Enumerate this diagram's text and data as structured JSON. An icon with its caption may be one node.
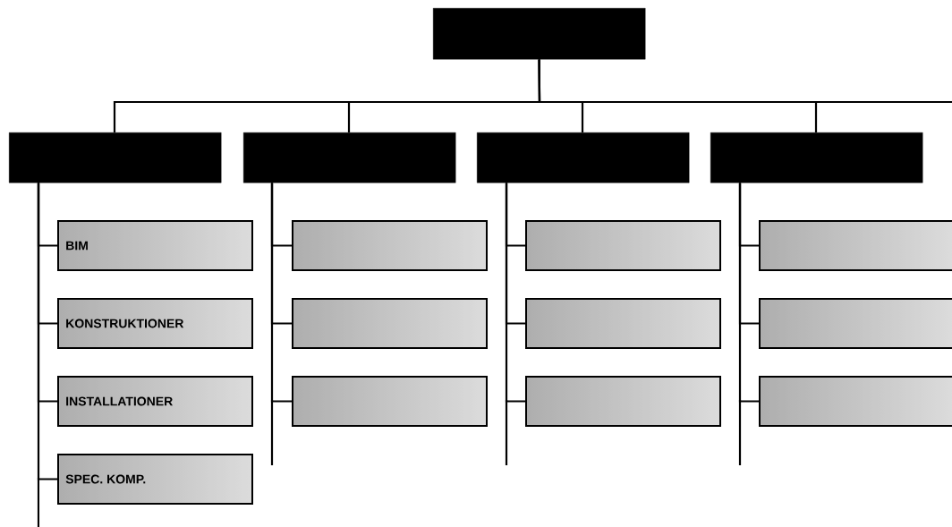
{
  "diagram": {
    "nodes": [
      {
        "text": [],
        "shape": "box"
      },
      {
        "text": [],
        "shape": "box"
      },
      {
        "text": [],
        "shape": "box"
      },
      {
        "text": [],
        "shape": "box"
      },
      {
        "text": [],
        "shape": "box"
      },
      {
        "text": [
          "BIM"
        ]
      },
      {
        "text": [
          "KONSTRUKTIONER"
        ]
      },
      {
        "text": [
          "INSTALLATIONER"
        ]
      },
      {
        "text": [
          "SPEC. KOMP."
        ]
      },
      {
        "text": [],
        "shape": "box"
      },
      {
        "text": [],
        "shape": "box"
      },
      {
        "text": [],
        "shape": "box"
      },
      {
        "text": [],
        "shape": "box"
      },
      {
        "text": [],
        "shape": "box"
      },
      {
        "text": [],
        "shape": "box"
      },
      {
        "text": [],
        "shape": "box"
      },
      {
        "text": [],
        "shape": "box"
      },
      {
        "text": [],
        "shape": "box"
      }
    ],
    "edges": [
      {
        "from": 0,
        "to": 1,
        "arrow": "none"
      },
      {
        "from": 0,
        "to": 2,
        "arrow": "none"
      },
      {
        "from": 0,
        "to": 3,
        "arrow": "none"
      },
      {
        "from": 0,
        "to": 4,
        "arrow": "none"
      },
      {
        "from": 1,
        "to": 5,
        "arrow": "none"
      },
      {
        "from": 1,
        "to": 6,
        "arrow": "none"
      },
      {
        "from": 1,
        "to": 7,
        "arrow": "none"
      },
      {
        "from": 1,
        "to": 8,
        "arrow": "none"
      },
      {
        "from": 2,
        "to": 9,
        "arrow": "none"
      },
      {
        "from": 2,
        "to": 10,
        "arrow": "none"
      },
      {
        "from": 2,
        "to": 11,
        "arrow": "none"
      },
      {
        "from": 3,
        "to": 12,
        "arrow": "none"
      },
      {
        "from": 3,
        "to": 13,
        "arrow": "none"
      },
      {
        "from": 3,
        "to": 14,
        "arrow": "none"
      },
      {
        "from": 4,
        "to": 15,
        "arrow": "none"
      },
      {
        "from": 4,
        "to": 16,
        "arrow": "none"
      },
      {
        "from": 4,
        "to": 17,
        "arrow": "none"
      }
    ]
  }
}
